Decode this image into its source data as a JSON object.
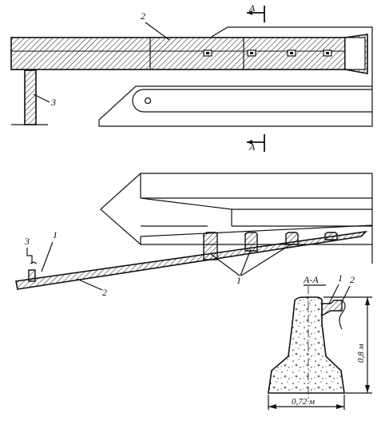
{
  "labels": {
    "top_section": "A",
    "bottom_section": "A",
    "plan_rail": "2",
    "plan_post": "3",
    "side_post": "3",
    "side_bolt": "1",
    "side_rail": "2",
    "blocks": "1",
    "section_title": "A-A",
    "section_bolt": "1",
    "section_rail": "2",
    "height": "0,8 м",
    "width": "0,72 м"
  },
  "colors": {
    "ink": "#111111",
    "paper": "#ffffff"
  }
}
